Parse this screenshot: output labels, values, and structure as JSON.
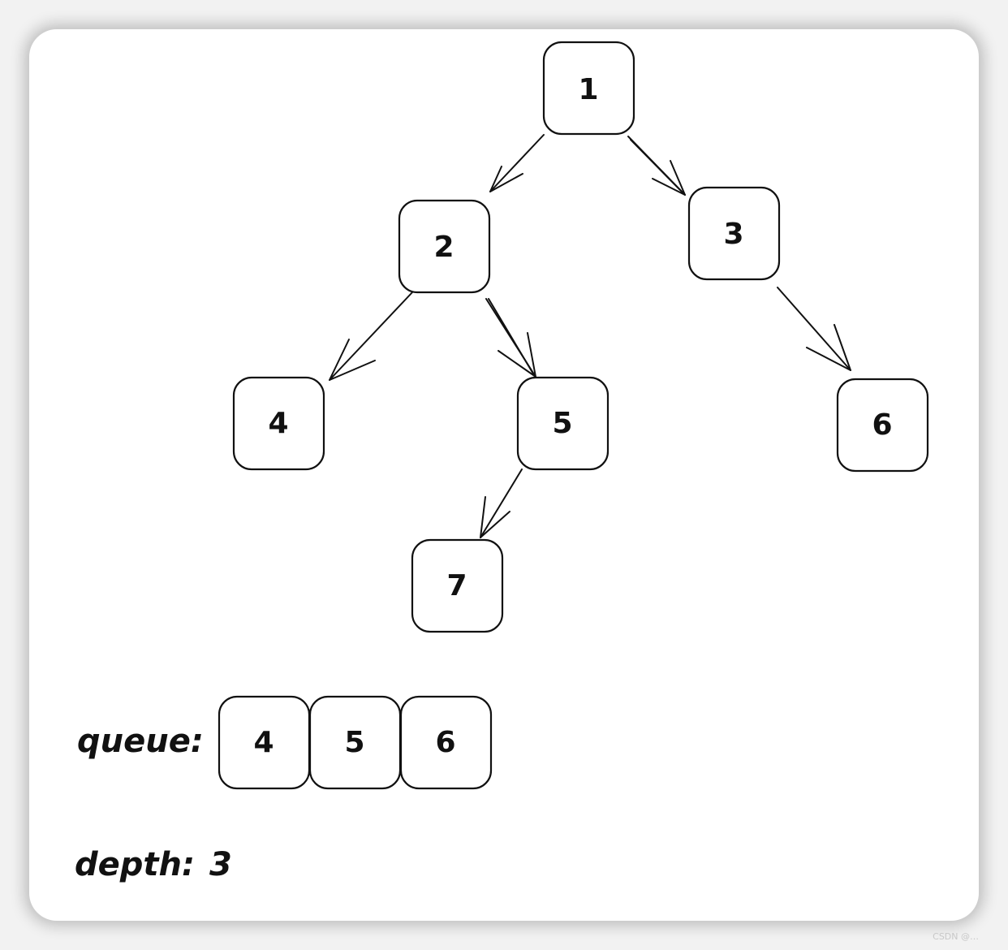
{
  "tree": {
    "nodes": [
      {
        "id": "1",
        "label": "1"
      },
      {
        "id": "2",
        "label": "2"
      },
      {
        "id": "3",
        "label": "3"
      },
      {
        "id": "4",
        "label": "4"
      },
      {
        "id": "5",
        "label": "5"
      },
      {
        "id": "6",
        "label": "6"
      },
      {
        "id": "7",
        "label": "7"
      }
    ],
    "edges": [
      {
        "from": "1",
        "to": "2"
      },
      {
        "from": "1",
        "to": "3"
      },
      {
        "from": "2",
        "to": "4"
      },
      {
        "from": "2",
        "to": "5"
      },
      {
        "from": "3",
        "to": "6"
      },
      {
        "from": "5",
        "to": "7"
      }
    ]
  },
  "queue": {
    "label": "queue:",
    "items": [
      "4",
      "5",
      "6"
    ]
  },
  "depth": {
    "label": "depth:",
    "value": "3"
  },
  "watermark": "CSDN @…"
}
